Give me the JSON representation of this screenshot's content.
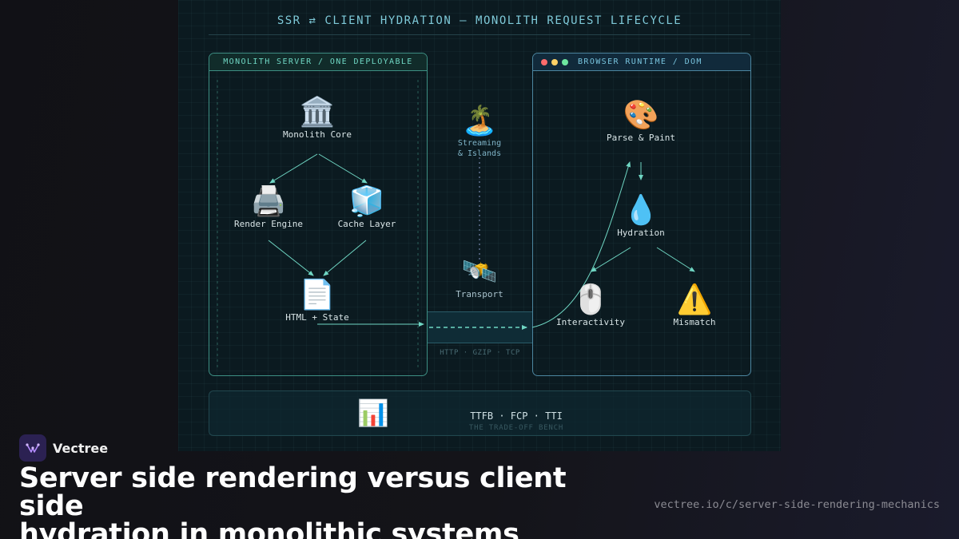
{
  "diagram": {
    "title": "SSR ⇄ CLIENT HYDRATION — MONOLITH REQUEST LIFECYCLE",
    "server_box": {
      "header": "MONOLITH SERVER / ONE DEPLOYABLE",
      "nodes": {
        "core": {
          "emoji": "🏛️",
          "label": "Monolith Core"
        },
        "render": {
          "emoji": "🖨️",
          "label": "Render Engine"
        },
        "cache": {
          "emoji": "🧊",
          "label": "Cache Layer"
        },
        "html": {
          "emoji": "📄",
          "label": "HTML + State"
        }
      }
    },
    "middle": {
      "streaming": {
        "emoji": "🏝️",
        "line1": "Streaming",
        "line2": "& Islands"
      },
      "transport": {
        "emoji": "🛰️",
        "label": "Transport"
      },
      "protocols": "HTTP · GZIP · TCP"
    },
    "browser_box": {
      "header": "BROWSER RUNTIME / DOM",
      "window_dots": [
        "#ff6b6b",
        "#ffd166",
        "#6ee7a0"
      ],
      "nodes": {
        "paint": {
          "emoji": "🎨",
          "label": "Parse & Paint"
        },
        "hydration": {
          "emoji": "💧",
          "label": "Hydration"
        },
        "interactivity": {
          "emoji": "🖱️",
          "label": "Interactivity"
        },
        "mismatch": {
          "emoji": "⚠️",
          "label": "Mismatch"
        }
      }
    },
    "bench": {
      "emoji": "📊",
      "metrics": "TTFB · FCP · TTI",
      "caption": "THE TRADE-OFF BENCH"
    },
    "colors": {
      "server_accent": "#3d8f83",
      "browser_accent": "#4c86a0",
      "arrow": "#6fd6c3"
    }
  },
  "brand": {
    "name": "Vectree"
  },
  "caption": {
    "headline_line1": "Server side rendering versus client side",
    "headline_line2": "hydration in monolithic systems",
    "url": "vectree.io/c/server-side-rendering-mechanics"
  }
}
